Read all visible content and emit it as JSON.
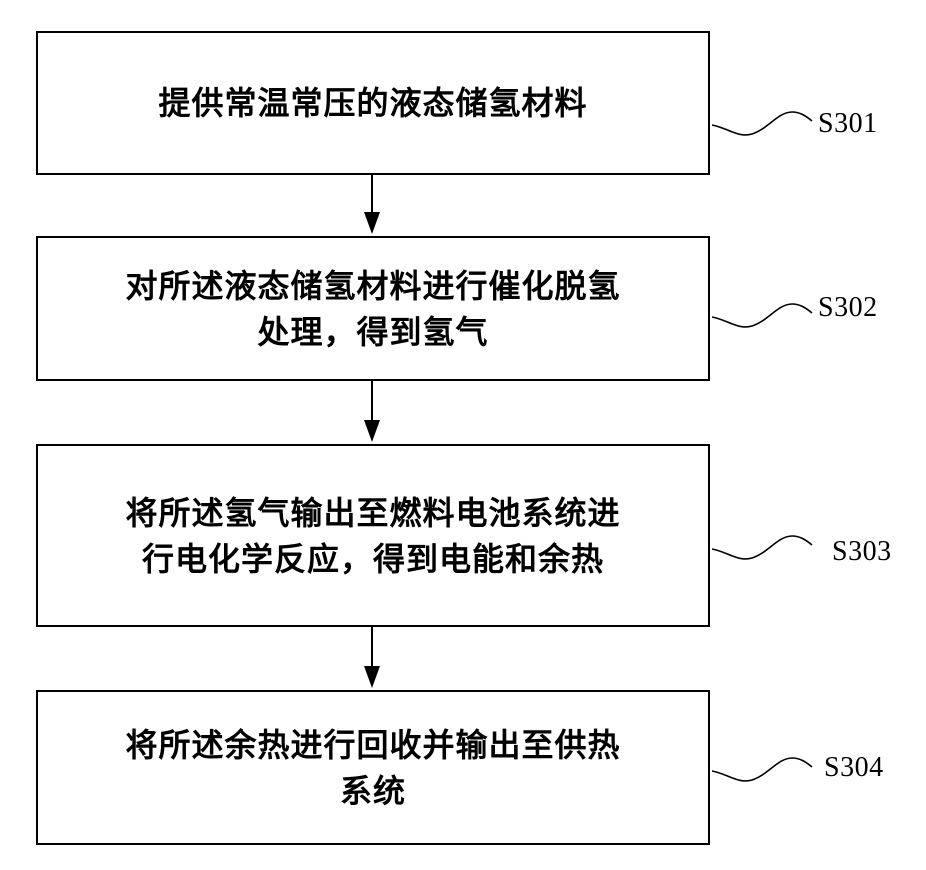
{
  "steps": [
    {
      "id": "S301",
      "label": "S301",
      "text": "提供常温常压的液态储氢材料"
    },
    {
      "id": "S302",
      "label": "S302",
      "text": "对所述液态储氢材料进行催化脱氢\n处理，得到氢气"
    },
    {
      "id": "S303",
      "label": "S303",
      "text": "将所述氢气输出至燃料电池系统进\n行电化学反应，得到电能和余热"
    },
    {
      "id": "S304",
      "label": "S304",
      "text": "将所述余热进行回收并输出至供热\n系统"
    }
  ]
}
